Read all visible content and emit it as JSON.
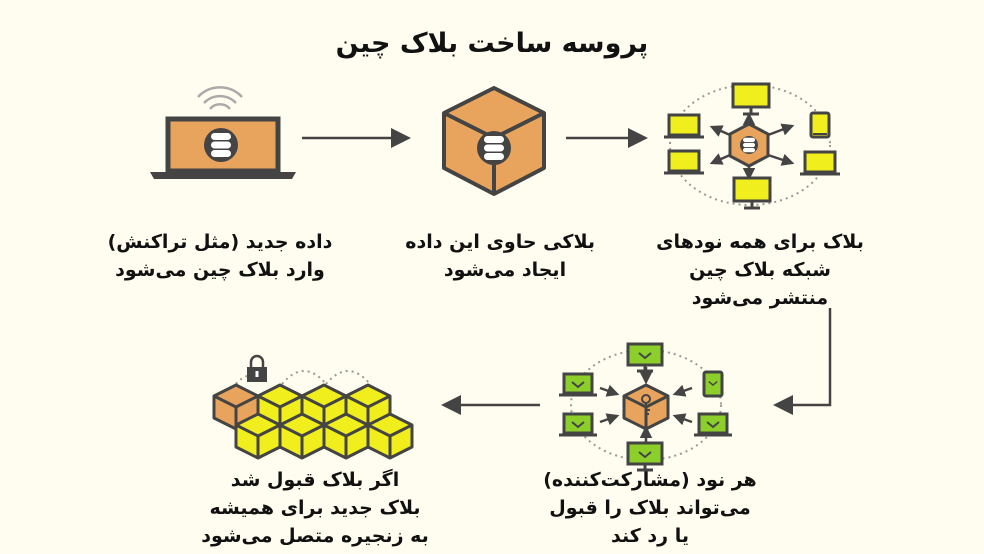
{
  "title": "پروسه ساخت بلاک چین",
  "steps": [
    {
      "lines": [
        "داده جدید (مثل تراکنش)",
        "وارد بلاک چین می‌شود"
      ],
      "icon": "laptop-database-icon"
    },
    {
      "lines": [
        "بلاکی حاوی این داده",
        "ایجاد می‌شود"
      ],
      "icon": "block-cube-icon"
    },
    {
      "lines": [
        "بلاک برای همه نودهای",
        "شبکه بلاک چین",
        "منتشر می‌شود"
      ],
      "icon": "network-broadcast-icon"
    },
    {
      "lines": [
        "هر نود (مشارکت‌کننده)",
        "می‌تواند بلاک را قبول",
        "یا رد کند"
      ],
      "icon": "network-validation-icon"
    },
    {
      "lines": [
        "اگر بلاک قبول شد",
        "بلاک جدید برای همیشه",
        "به زنجیره متصل می‌شود"
      ],
      "icon": "blockchain-chain-icon"
    }
  ],
  "colors": {
    "background": "#fffdf0",
    "orange": "#e8a45c",
    "yellow": "#f0ee1c",
    "green": "#8ccf2a",
    "dark": "#444444"
  }
}
